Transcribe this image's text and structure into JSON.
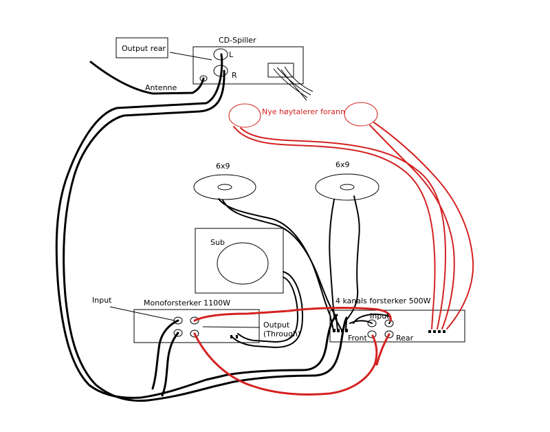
{
  "labels": {
    "output_rear": "Output rear",
    "cd_player": "CD-Spiller",
    "left": "L",
    "right": "R",
    "antenna": "Antenne",
    "new_front_speakers": "Nye høytalerer forann",
    "speaker_6x9_left": "6x9",
    "speaker_6x9_right": "6x9",
    "sub": "Sub",
    "input_left": "Input",
    "mono_amp": "Monoforsterker 1100W",
    "output_line1": "Output",
    "output_line2": "(Through)",
    "four_ch_amp": "4 kanals forsterker 500W",
    "input_right": "Input",
    "front": "Front",
    "rear": "Rear"
  },
  "colors": {
    "line": "#000000",
    "red_wire": "#d42020",
    "background": "#ffffff"
  }
}
